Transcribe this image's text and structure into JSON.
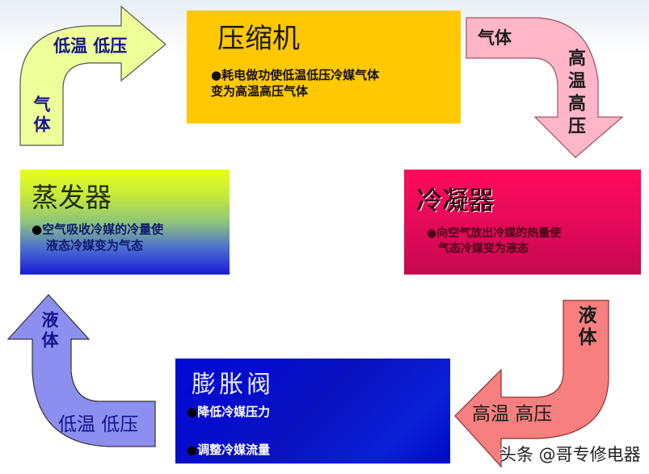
{
  "components": {
    "compressor": {
      "title": "压缩机",
      "bullet": "●",
      "description_line1": "耗电做功使低温低压冷媒气体",
      "description_line2": "变为高温高压气体",
      "color": "#ffc800"
    },
    "condenser": {
      "title": "冷凝器",
      "bullet": "●",
      "description_line1": "向空气放出冷媒的热量使",
      "description_line2": "气态冷媒变为液态",
      "color": "#ff0a5c"
    },
    "evaporator": {
      "title": "蒸发器",
      "bullet": "●",
      "description_line1": "空气吸收冷媒的冷量使",
      "description_line2": "液态冷媒变为气态",
      "color_top": "#e6ff1e",
      "color_bottom": "#1a1ad8"
    },
    "expansion_valve": {
      "title": "膨胀阀",
      "bullet": "●",
      "item1": "降低冷媒压力",
      "item2": "调整冷媒流量",
      "color": "#0008d8"
    }
  },
  "arrows": {
    "evaporator_to_compressor": {
      "state_vertical": "气体",
      "condition": "低温 低压",
      "color": "#eeff99"
    },
    "compressor_to_condenser": {
      "state": "气体",
      "condition_vertical": "高温高压",
      "color": "#ffb6c8"
    },
    "condenser_to_expansion": {
      "state_vertical": "液体",
      "condition": "高温 高压",
      "color": "#f77f7f"
    },
    "expansion_to_evaporator": {
      "state_vertical": "液体",
      "condition": "低温 低压",
      "color": "#8c8ff0"
    }
  },
  "watermark": "头条 @哥专修电器"
}
